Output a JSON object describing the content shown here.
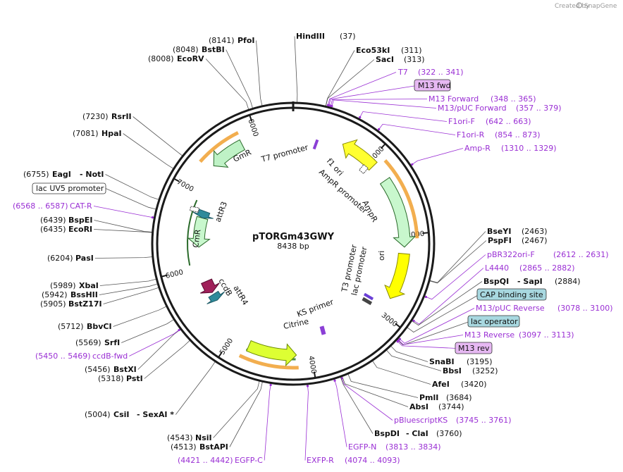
{
  "credit": {
    "text": "Created by",
    "brand": "SnapGene"
  },
  "plasmid": {
    "name": "pTORGm43GWY",
    "size_label": "8438 bp",
    "length": 8438
  },
  "ruler_ticks": [
    {
      "pos": 1000,
      "label": "1000"
    },
    {
      "pos": 2000,
      "label": "2000"
    },
    {
      "pos": 3000,
      "label": "3000"
    },
    {
      "pos": 4000,
      "label": "4000"
    },
    {
      "pos": 5000,
      "label": "5000"
    },
    {
      "pos": 6000,
      "label": "6000"
    },
    {
      "pos": 7000,
      "label": "7000"
    },
    {
      "pos": 8000,
      "label": "8000"
    }
  ],
  "features": [
    {
      "name": "GmR",
      "start": 7800,
      "end": 7370,
      "color": "#bff2c6",
      "stroke": "#2a6a2a",
      "track": "inner"
    },
    {
      "name": "f1 ori",
      "start": 1075,
      "end": 620,
      "color": "#ffff30",
      "stroke": "#8a8a00",
      "track": "inner"
    },
    {
      "name": "AmpR",
      "start": 1300,
      "end": 2150,
      "color": "#c8f7cd",
      "stroke": "#2a6a2a",
      "track": "inner"
    },
    {
      "name": "ori",
      "start": 2230,
      "end": 2800,
      "color": "#ffff00",
      "stroke": "#8a8a00",
      "track": "inner"
    },
    {
      "name": "CmR",
      "start": 6700,
      "end": 6280,
      "color": "#c8f7cd",
      "stroke": "#2a6a2a",
      "track": "inner2"
    },
    {
      "name": "Citrine",
      "start": 4770,
      "end": 4180,
      "color": "#ddff33",
      "stroke": "#6a8a00",
      "track": "inner"
    },
    {
      "name": "attR3",
      "start": 6800,
      "end": 6700,
      "color": "#2e8a9a",
      "stroke": "#1d5a66",
      "track": "inner2"
    },
    {
      "name": "ccdB",
      "start": 5780,
      "end": 5600,
      "color": "#a0205a",
      "stroke": "#5a0a30",
      "track": "inner2"
    },
    {
      "name": "attR4",
      "start": 5570,
      "end": 5470,
      "color": "#2e8a9a",
      "stroke": "#1d5a66",
      "track": "inner2"
    }
  ],
  "feature_labels": [
    {
      "text": "T7 promoter"
    },
    {
      "text": "AmpR promoter"
    },
    {
      "text": "T3 promoter"
    },
    {
      "text": "lac promoter"
    },
    {
      "text": "KS primer"
    },
    {
      "text": "f1 ori"
    },
    {
      "text": "AmpR"
    },
    {
      "text": "ori"
    },
    {
      "text": "GmR"
    },
    {
      "text": "CmR"
    },
    {
      "text": "attR3"
    },
    {
      "text": "ccdB"
    },
    {
      "text": "attR4"
    },
    {
      "text": "Citrine"
    }
  ],
  "sites": [
    {
      "id": "hindiii",
      "name": "HindIII",
      "pos_text": "(37)",
      "pos": 37,
      "type": "enzyme"
    },
    {
      "id": "eco53ki",
      "name": "Eco53kI",
      "pos_text": "(311)",
      "pos": 311,
      "type": "enzyme"
    },
    {
      "id": "saci",
      "name": "SacI",
      "pos_text": "(313)",
      "pos": 313,
      "type": "enzyme"
    },
    {
      "id": "t7",
      "name": "T7",
      "pos_text": "(322 .. 341)",
      "pos": 331,
      "type": "primer"
    },
    {
      "id": "m13fwd",
      "name": "M13 fwd",
      "pos": 340,
      "type": "boxed_primer"
    },
    {
      "id": "m13forward",
      "name": "M13 Forward",
      "pos_text": "(348 .. 365)",
      "pos": 356,
      "type": "primer"
    },
    {
      "id": "m13pucf",
      "name": "M13/pUC Forward",
      "pos_text": "(357 .. 379)",
      "pos": 368,
      "type": "primer"
    },
    {
      "id": "f1orif",
      "name": "F1ori-F",
      "pos_text": "(642 .. 663)",
      "pos": 652,
      "type": "primer"
    },
    {
      "id": "f1orir",
      "name": "F1ori-R",
      "pos_text": "(854 .. 873)",
      "pos": 863,
      "type": "primer"
    },
    {
      "id": "ampr",
      "name": "Amp-R",
      "pos_text": "(1310 .. 1329)",
      "pos": 1319,
      "type": "primer"
    },
    {
      "id": "bseyi",
      "name": "BseYI",
      "pos_text": "(2463)",
      "pos": 2463,
      "type": "enzyme"
    },
    {
      "id": "pspfi",
      "name": "PspFI",
      "pos_text": "(2467)",
      "pos": 2467,
      "type": "enzyme"
    },
    {
      "id": "pbr322",
      "name": "pBR322ori-F",
      "pos_text": "(2612 .. 2631)",
      "pos": 2621,
      "type": "primer"
    },
    {
      "id": "l4440",
      "name": "L4440",
      "pos_text": "(2865 .. 2882)",
      "pos": 2873,
      "type": "primer"
    },
    {
      "id": "bspqi",
      "name": "BspQI",
      "name2": "- SapI",
      "pos_text": "(2884)",
      "pos": 2884,
      "type": "enzyme"
    },
    {
      "id": "cap",
      "name": "CAP binding site",
      "pos": 2960,
      "type": "boxed_feature"
    },
    {
      "id": "m13pucrev",
      "name": "M13/pUC Reverse",
      "pos_text": "(3078 .. 3100)",
      "pos": 3089,
      "type": "primer"
    },
    {
      "id": "lacop",
      "name": "lac operator",
      "pos": 3110,
      "type": "boxed_feature"
    },
    {
      "id": "m13reverse",
      "name": "M13 Reverse",
      "pos_text": "(3097 .. 3113)",
      "pos": 3105,
      "type": "primer"
    },
    {
      "id": "m13rev",
      "name": "M13 rev",
      "pos": 3120,
      "type": "boxed_primer"
    },
    {
      "id": "snabi",
      "name": "SnaBI",
      "pos_text": "(3195)",
      "pos": 3195,
      "type": "enzyme"
    },
    {
      "id": "bbsi",
      "name": "BbsI",
      "pos_text": "(3252)",
      "pos": 3252,
      "type": "enzyme"
    },
    {
      "id": "afei",
      "name": "AfeI",
      "pos_text": "(3420)",
      "pos": 3420,
      "type": "enzyme"
    },
    {
      "id": "pmli",
      "name": "PmlI",
      "pos_text": "(3684)",
      "pos": 3684,
      "type": "enzyme"
    },
    {
      "id": "absi",
      "name": "AbsI",
      "pos_text": "(3744)",
      "pos": 3744,
      "type": "enzyme"
    },
    {
      "id": "pbluescriptks",
      "name": "pBluescriptKS",
      "pos_text": "(3745 .. 3761)",
      "pos": 3753,
      "type": "primer"
    },
    {
      "id": "bspdi",
      "name": "BspDI",
      "name2": "- ClaI",
      "pos_text": "(3760)",
      "pos": 3760,
      "type": "enzyme"
    },
    {
      "id": "egfpn",
      "name": "EGFP-N",
      "pos_text": "(3813 .. 3834)",
      "pos": 3823,
      "type": "primer"
    },
    {
      "id": "exfpr",
      "name": "EXFP-R",
      "pos_text": "(4074 .. 4093)",
      "pos": 4083,
      "type": "primer"
    },
    {
      "id": "egfpc",
      "name": "EGFP-C",
      "pos_text": "(4421 .. 4442)",
      "pos": 4431,
      "type": "primer"
    },
    {
      "id": "bstapi",
      "name": "BstAPI",
      "pos_text": "(4513)",
      "pos": 4513,
      "type": "enzyme"
    },
    {
      "id": "nsii",
      "name": "NsiI",
      "pos_text": "(4543)",
      "pos": 4543,
      "type": "enzyme"
    },
    {
      "id": "csii",
      "name": "CsiI",
      "name2": "- SexAI *",
      "pos_text": "(5004)",
      "pos": 5004,
      "type": "enzyme"
    },
    {
      "id": "psti",
      "name": "PstI",
      "pos_text": "(5318)",
      "pos": 5318,
      "type": "enzyme"
    },
    {
      "id": "bstxi",
      "name": "BstXI",
      "pos_text": "(5456)",
      "pos": 5456,
      "type": "enzyme"
    },
    {
      "id": "ccdbfwd",
      "name": "ccdB-fwd",
      "pos_text": "(5450 .. 5469)",
      "pos": 5459,
      "type": "primer"
    },
    {
      "id": "srfi",
      "name": "SrfI",
      "pos_text": "(5569)",
      "pos": 5569,
      "type": "enzyme"
    },
    {
      "id": "bbvci",
      "name": "BbvCI",
      "pos_text": "(5712)",
      "pos": 5712,
      "type": "enzyme"
    },
    {
      "id": "bstz17i",
      "name": "BstZ17I",
      "pos_text": "(5905)",
      "pos": 5905,
      "type": "enzyme"
    },
    {
      "id": "bsshii",
      "name": "BssHII",
      "pos_text": "(5942)",
      "pos": 5942,
      "type": "enzyme"
    },
    {
      "id": "xbai",
      "name": "XbaI",
      "pos_text": "(5989)",
      "pos": 5989,
      "type": "enzyme"
    },
    {
      "id": "pasi",
      "name": "PasI",
      "pos_text": "(6204)",
      "pos": 6204,
      "type": "enzyme"
    },
    {
      "id": "ecori",
      "name": "EcoRI",
      "pos_text": "(6435)",
      "pos": 6435,
      "type": "enzyme"
    },
    {
      "id": "bspei",
      "name": "BspEI",
      "pos_text": "(6439)",
      "pos": 6439,
      "type": "enzyme"
    },
    {
      "id": "catr",
      "name": "CAT-R",
      "pos_text": "(6568 .. 6587)",
      "pos": 6577,
      "type": "primer"
    },
    {
      "id": "lacuv5",
      "name": "lac UV5 promoter",
      "pos": 6660,
      "type": "boxed_feature_plain"
    },
    {
      "id": "eagi",
      "name": "EagI",
      "name2": "- NotI",
      "pos_text": "(6755)",
      "pos": 6755,
      "type": "enzyme"
    },
    {
      "id": "hpai",
      "name": "HpaI",
      "pos_text": "(7081)",
      "pos": 7081,
      "type": "enzyme"
    },
    {
      "id": "rsrii",
      "name": "RsrII",
      "pos_text": "(7230)",
      "pos": 7230,
      "type": "enzyme"
    },
    {
      "id": "ecorv",
      "name": "EcoRV",
      "pos_text": "(8008)",
      "pos": 8008,
      "type": "enzyme"
    },
    {
      "id": "bstbi",
      "name": "BstBI",
      "pos_text": "(8048)",
      "pos": 8048,
      "type": "enzyme"
    },
    {
      "id": "pfoi",
      "name": "PfoI",
      "pos_text": "(8141)",
      "pos": 8141,
      "type": "enzyme"
    }
  ],
  "colors": {
    "primer": "#9a2fd4",
    "backbone": "#1a1a1a",
    "orange_track": "#f0a030",
    "box_primer_fill": "#e6b8f2",
    "box_feature_fill": "#a8d8e0"
  }
}
